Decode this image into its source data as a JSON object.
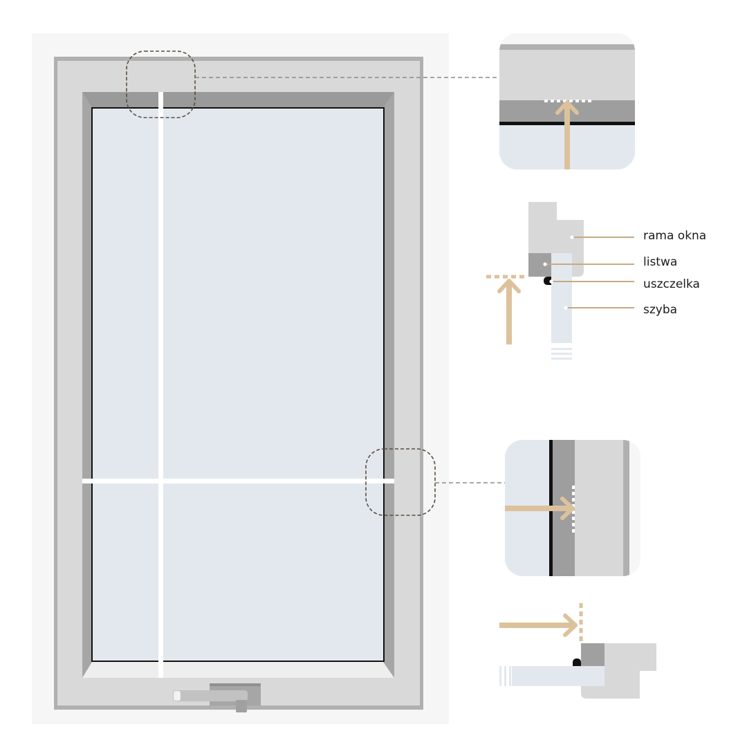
{
  "labels": {
    "frame": "rama okna",
    "bead": "listwa",
    "seal": "uszczelka",
    "glass": "szyba"
  },
  "colors": {
    "background_panel": "#f6f6f6",
    "frame_outer": "#b0b0b0",
    "frame_face": "#d8d8d8",
    "bead": "#9e9e9e",
    "glass": "#e3e8ef",
    "arrow": "#dcc29c",
    "leader": "#c8a882",
    "callout_dash": "#5a4d40",
    "seal": "#111111"
  },
  "icons": [
    "window-illustration",
    "handle-icon",
    "arrow-up-icon",
    "arrow-right-icon"
  ]
}
